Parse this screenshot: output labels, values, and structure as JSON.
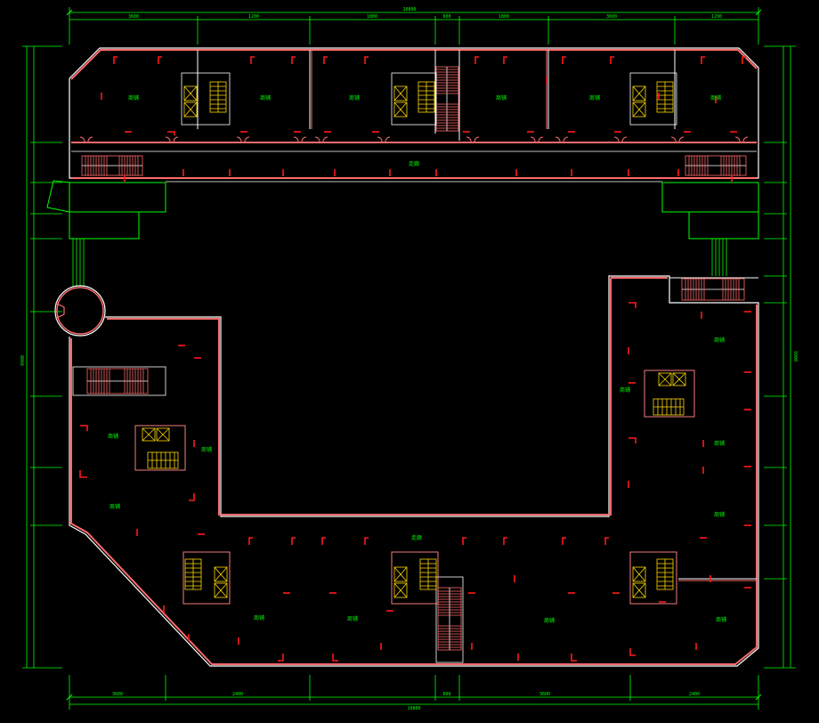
{
  "colors": {
    "background": "#000000",
    "wall": "#ff6b6b",
    "wall_outline": "#ffffff",
    "dimension": "#00ff00",
    "column": "#ff1a1a",
    "stair": "#ff6b6b",
    "elevator": "#ffd700"
  },
  "dimensions": {
    "top_total": "10800",
    "top_segments": [
      "3600",
      "1200",
      "1800",
      "600",
      "1800",
      "3600",
      "1200"
    ],
    "bottom_total": "10800",
    "bottom_segments": [
      "3600",
      "2400",
      "600",
      "3600",
      "2400"
    ],
    "left_total": "9900",
    "right_total": "9900"
  },
  "rooms": {
    "top_row": [
      "商铺",
      "商铺",
      "商铺",
      "商铺",
      "商铺",
      "商铺"
    ],
    "corridor": "走廊",
    "left_wing": [
      "商铺",
      "商铺",
      "商铺"
    ],
    "right_wing": [
      "商铺",
      "商铺",
      "商铺",
      "商铺"
    ],
    "bottom_row": [
      "商铺",
      "商铺",
      "商铺",
      "商铺"
    ],
    "bottom_corridor": "走廊"
  },
  "icons": {
    "stair": "stair-icon",
    "elevator": "elevator-icon",
    "door": "door-swing-icon",
    "column": "column-marker-icon"
  }
}
